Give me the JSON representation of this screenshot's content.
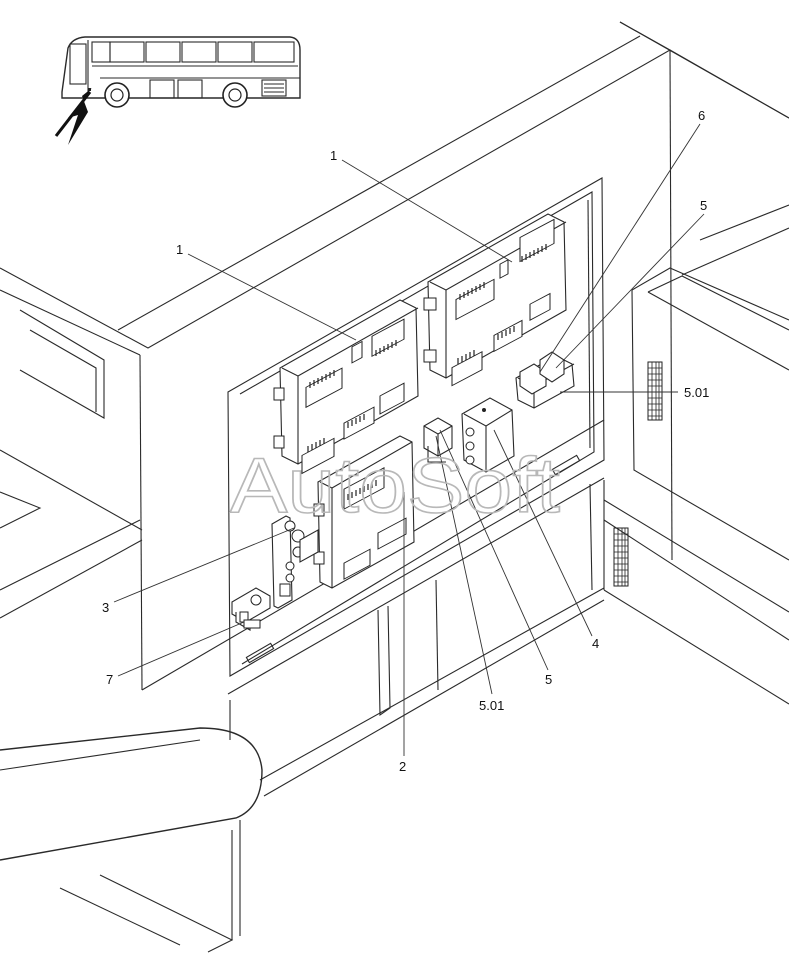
{
  "callouts": {
    "c1_top": "1",
    "c1_left": "1",
    "c6": "6",
    "c5_right": "5",
    "c501_right": "5.01",
    "c3": "3",
    "c7": "7",
    "c2": "2",
    "c501_bottom": "5.01",
    "c5_bottom": "5",
    "c4": "4"
  },
  "watermark": "AutoSoft",
  "colors": {
    "line": "#2a2a2a",
    "watermark": "#b8b8b8",
    "background": "#ffffff"
  }
}
